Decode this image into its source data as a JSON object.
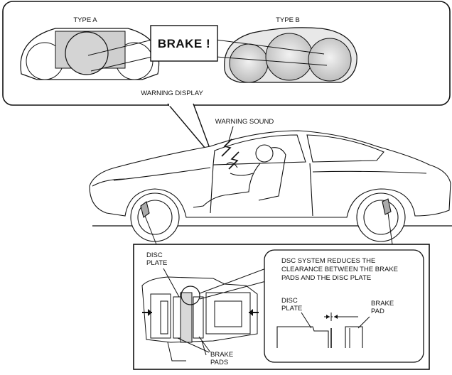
{
  "callout": {
    "type_a_label": "TYPE A",
    "type_b_label": "TYPE B",
    "warning_text": "BRAKE !",
    "warning_display_label": "WARNING DISPLAY"
  },
  "car": {
    "warning_sound_label": "WARNING SOUND"
  },
  "detail": {
    "disc_plate_label_line1": "DISC",
    "disc_plate_label_line2": "PLATE",
    "brake_pads_label_line1": "BRAKE",
    "brake_pads_label_line2": "PADS",
    "dsc_note_line1": "DSC SYSTEM REDUCES THE",
    "dsc_note_line2": "CLEARANCE BETWEEN THE BRAKE",
    "dsc_note_line3": "PADS AND THE DISC PLATE",
    "inset_disc_line1": "DISC",
    "inset_disc_line2": "PLATE",
    "inset_pad_line1": "BRAKE",
    "inset_pad_line2": "PAD"
  },
  "colors": {
    "stroke": "#111111",
    "panel_fill": "#ffffff",
    "highlight_gray": "#cfcfcf",
    "meter_gray": "#dadada"
  }
}
